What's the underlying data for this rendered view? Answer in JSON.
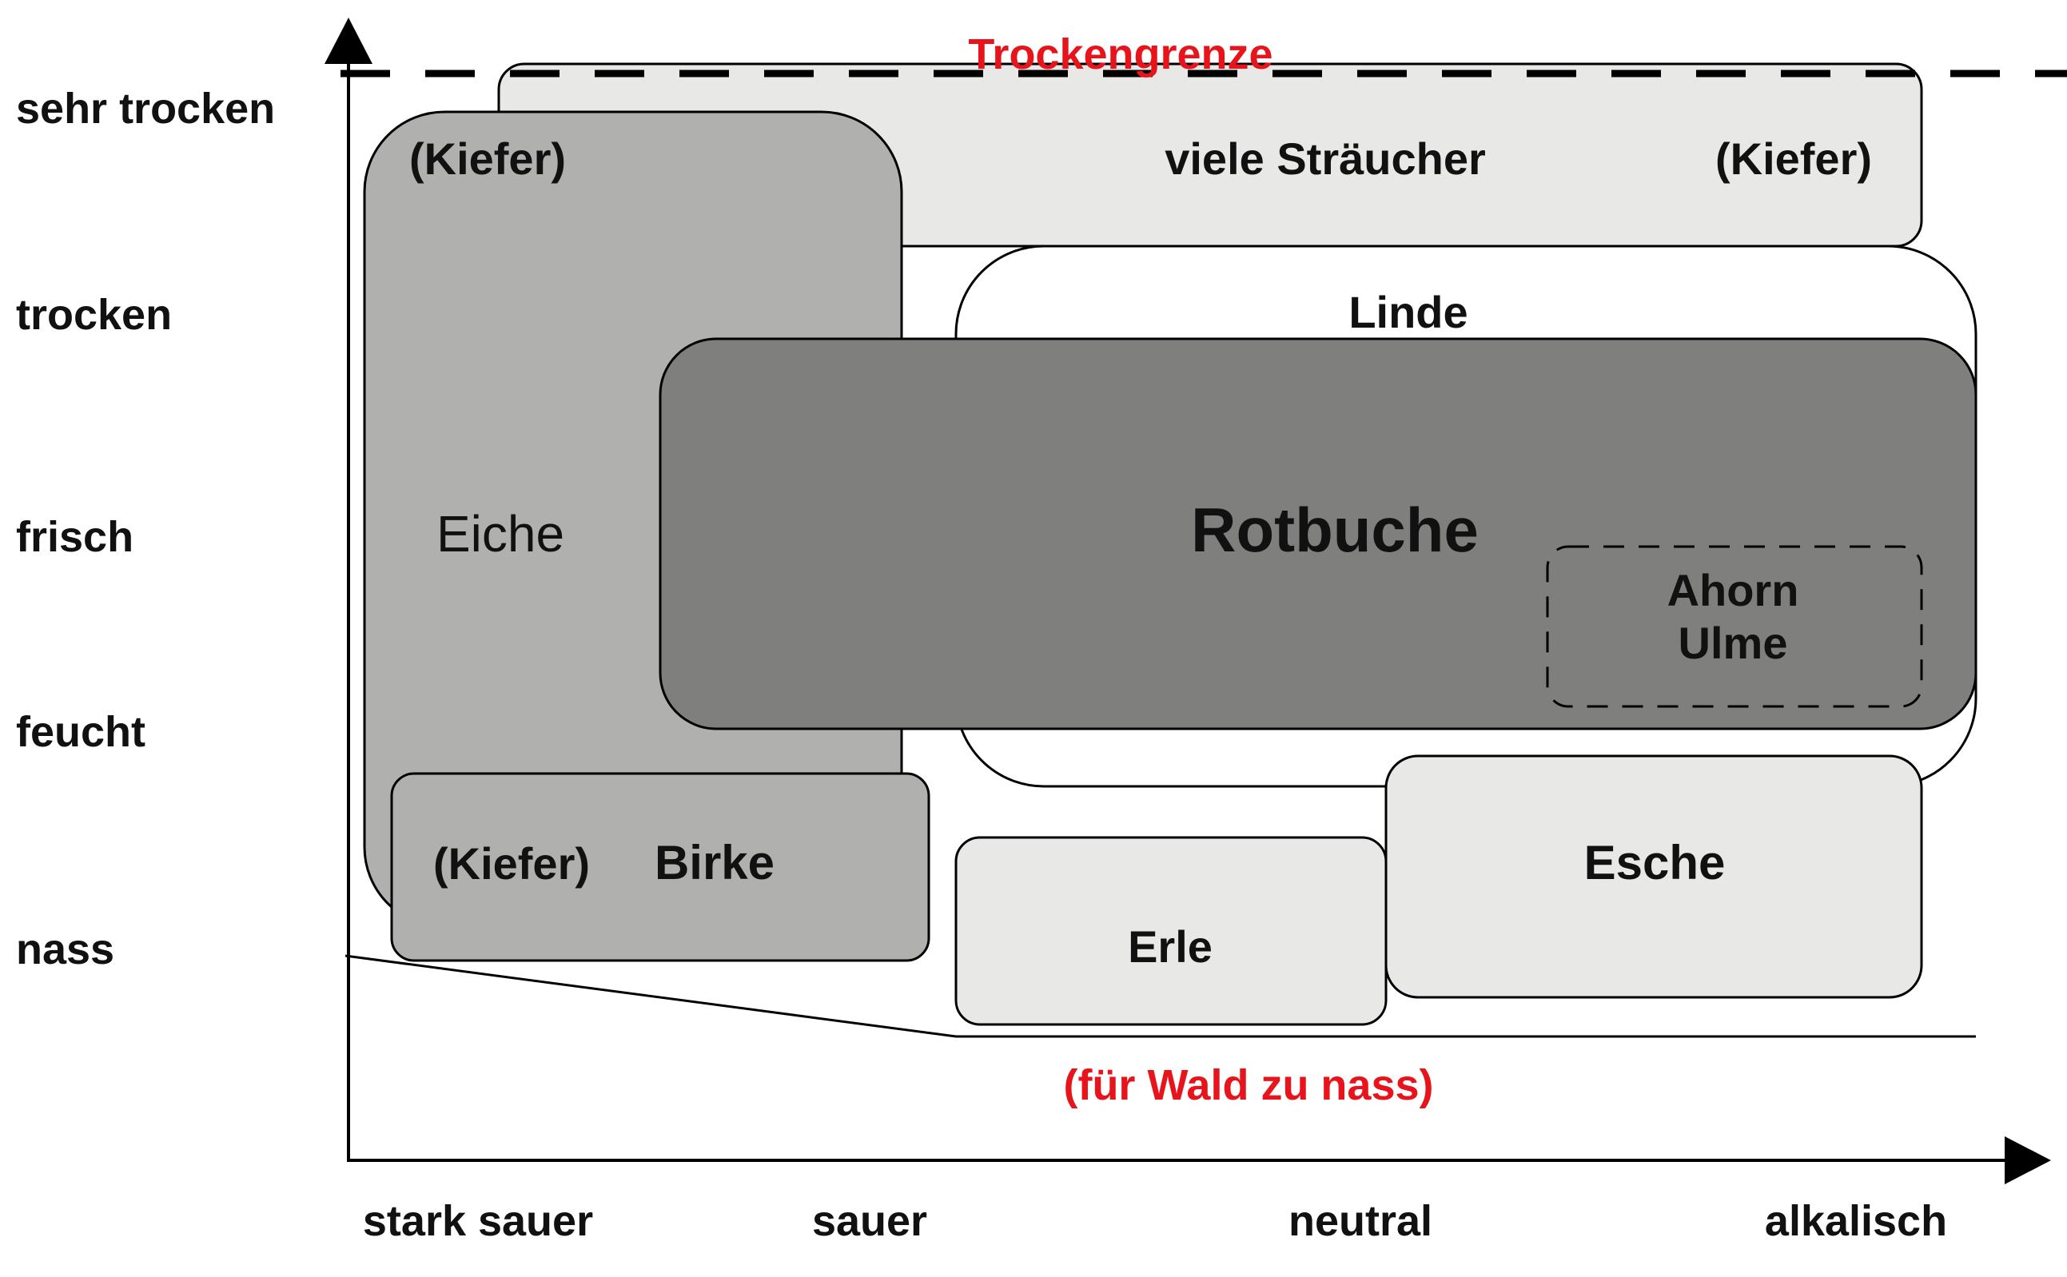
{
  "colors": {
    "axis": "#000000",
    "warning_text": "#e8141b",
    "very_light": "#e8e9e7",
    "medium_gray": "#b0b1af",
    "dark_gray": "#7f807d",
    "white": "#ffffff",
    "outline": "#000000"
  },
  "title": "Trockengrenze",
  "y_axis": {
    "levels": [
      "sehr trocken",
      "trocken",
      "frisch",
      "feucht",
      "nass"
    ]
  },
  "x_axis": {
    "levels": [
      "stark sauer",
      "sauer",
      "neutral",
      "alkalisch"
    ]
  },
  "zones": {
    "straeucher": {
      "label": "viele Sträucher",
      "extra_label": "(Kiefer)"
    },
    "eiche": {
      "label": "Eiche",
      "extra_label": "(Kiefer)"
    },
    "linde": {
      "label": "Linde"
    },
    "rotbuche": {
      "label": "Rotbuche"
    },
    "ahorn_ulme": {
      "line1": "Ahorn",
      "line2": "Ulme"
    },
    "birke": {
      "label": "Birke",
      "extra_label": "(Kiefer)"
    },
    "erle": {
      "label": "Erle"
    },
    "esche": {
      "label": "Esche"
    }
  },
  "wet_limit_label": "(für Wald zu nass)"
}
